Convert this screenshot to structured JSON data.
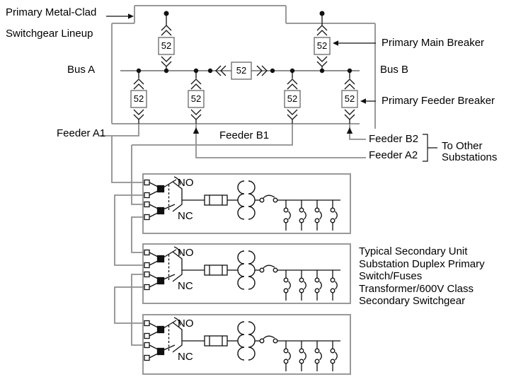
{
  "diagram": {
    "labels": {
      "primary_metal_clad": "Primary Metal-Clad",
      "switchgear_lineup": "Switchgear Lineup",
      "bus_a": "Bus A",
      "bus_b": "Bus B",
      "primary_main_breaker": "Primary Main Breaker",
      "primary_feeder_breaker": "Primary Feeder Breaker",
      "feeder_a1": "Feeder A1",
      "feeder_b1": "Feeder B1",
      "feeder_b2": "Feeder B2",
      "feeder_a2": "Feeder A2",
      "to_other_substations_line1": "To Other",
      "to_other_substations_line2": "Substations"
    },
    "breakers": [
      {
        "id": "primary-main-breaker-bus-a",
        "label": "52"
      },
      {
        "id": "primary-main-breaker-bus-b",
        "label": "52"
      },
      {
        "id": "bus-tie-breaker",
        "label": "52"
      },
      {
        "id": "feeder-breaker-a1",
        "label": "52"
      },
      {
        "id": "feeder-breaker-a2",
        "label": "52"
      },
      {
        "id": "feeder-breaker-b1",
        "label": "52"
      },
      {
        "id": "feeder-breaker-b2",
        "label": "52"
      }
    ],
    "substations": [
      {
        "no_label": "NO",
        "nc_label": "NC"
      },
      {
        "no_label": "NO",
        "nc_label": "NC"
      },
      {
        "no_label": "NO",
        "nc_label": "NC"
      }
    ],
    "note_lines": [
      "Typical Secondary Unit",
      "Substation Duplex Primary",
      "Switch/Fuses",
      "Transformer/600V Class",
      "Secondary Switchgear"
    ],
    "colors": {
      "wire_gray": "#8f8f8f",
      "enclosure_gray": "#999999",
      "symbol_black": "#111111",
      "background": "#ffffff"
    }
  }
}
